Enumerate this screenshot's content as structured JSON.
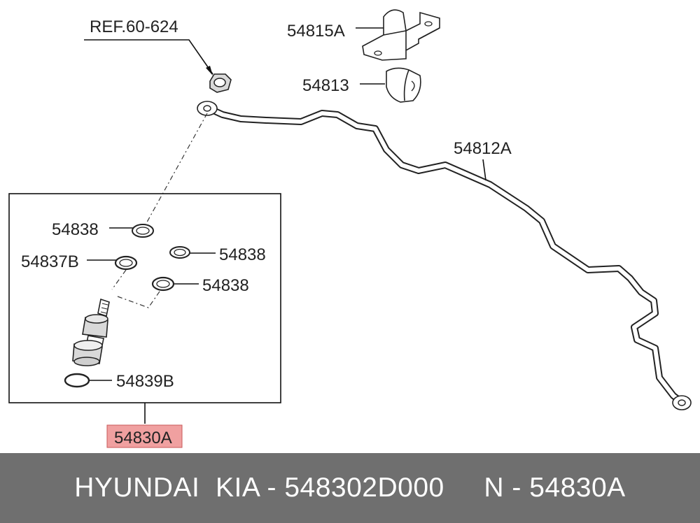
{
  "labels": {
    "ref": "REF.60-624",
    "bracket": "54815A",
    "bushing": "54813",
    "bar": "54812A",
    "seal_top": "54838",
    "seal_right_upper": "54838",
    "seal_right_lower": "54838",
    "nut": "54837B",
    "ring": "54839B",
    "link_assembly": "54830A"
  },
  "colors": {
    "highlight_fill": "#f0a0a0",
    "highlight_border": "#c85a5a",
    "footer_bg": "#6f6f6f"
  },
  "footer": {
    "text": "HYUNDAI  KIA - 548302D000     N - 54830A"
  }
}
